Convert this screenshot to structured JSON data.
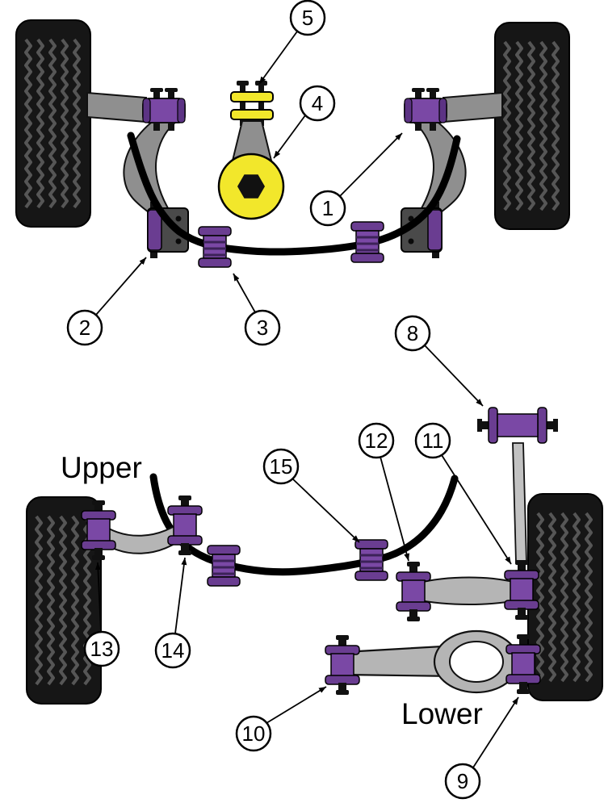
{
  "figure": {
    "type": "suspension-parts-diagram",
    "sections": {
      "front": {
        "callouts": {
          "c1": "1",
          "c2": "2",
          "c3": "3",
          "c4": "4",
          "c5": "5"
        }
      },
      "rear": {
        "labels": {
          "upper": "Upper",
          "lower": "Lower"
        },
        "callouts": {
          "c8": "8",
          "c9": "9",
          "c10": "10",
          "c11": "11",
          "c12": "12",
          "c13": "13",
          "c14": "14",
          "c15": "15"
        }
      }
    },
    "colors": {
      "bush_purple": "#7a48a5",
      "bush_purple_dark": "#5c3384",
      "bush_flange_purple": "#6a3d91",
      "mount_yellow": "#f2e72b",
      "arm_gray": "#8f8f8f",
      "arm_gray_light": "#b5b5b5",
      "bracket_gray": "#4a4a4a",
      "tire_black": "#161616",
      "background": "#ffffff"
    }
  }
}
